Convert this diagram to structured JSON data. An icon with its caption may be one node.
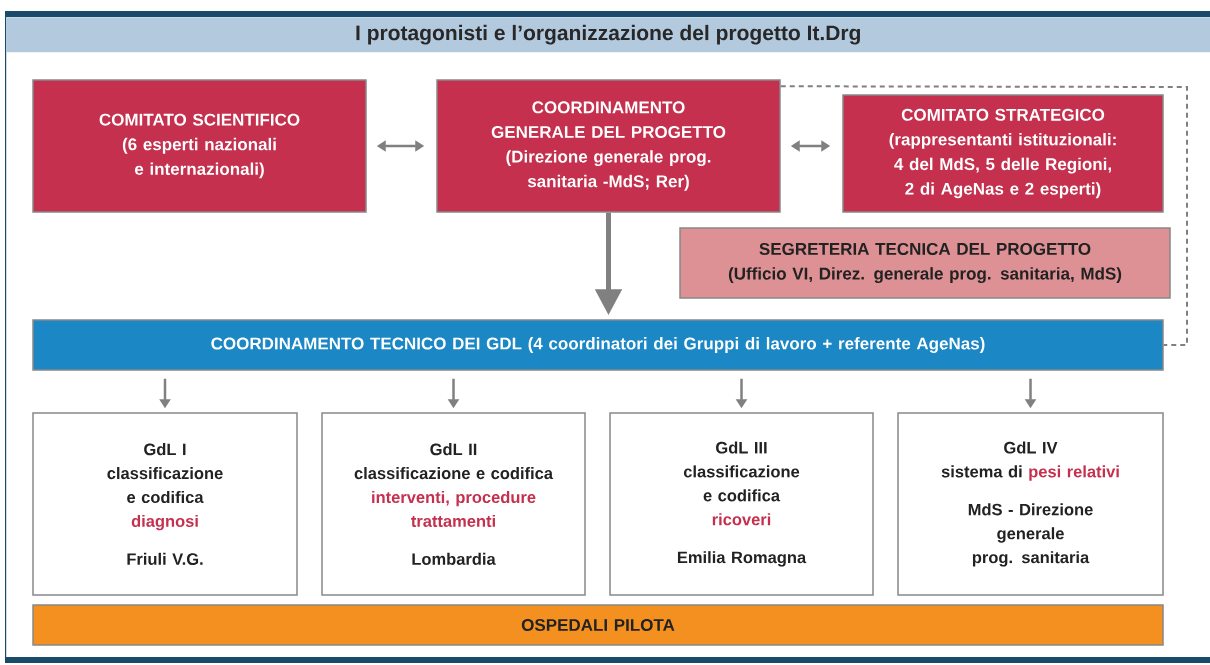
{
  "diagram": {
    "title": "I protagonisti e l’organizzazione del progetto It.Drg",
    "nodes": [
      {
        "text": [
          "COMITATO SCIENTIFICO",
          "(6 esperti nazionali e internazionali)"
        ]
      },
      {
        "text": [
          "COORDINAMENTO GENERALE DEL PROGETTO",
          "(Direzione generale prog. sanitaria -MdS; Rer)"
        ]
      },
      {
        "text": [
          "COMITATO STRATEGICO",
          "(rappresentanti istituzionali: 4 del MdS, 5 delle Regioni, 2 di AgeNas e 2 esperti)"
        ]
      },
      {
        "text": [
          "SEGRETERIA TECNICA DEL PROGETTO",
          "(Ufficio VI, Direz. generale prog. sanitaria, MdS)"
        ]
      },
      {
        "text": [
          "COORDINAMENTO TECNICO DEI GDL (4 coordinatori dei Gruppi di lavoro + referente AgeNas)"
        ]
      },
      {
        "text": [
          "GdL I",
          "classificazione e codifica",
          "diagnosi",
          "Friuli V.G."
        ]
      },
      {
        "text": [
          "GdL II",
          "classificazione e codifica",
          "interventi, procedure trattamenti",
          "Lombardia"
        ]
      },
      {
        "text": [
          "GdL III",
          "classificazione e codifica",
          "ricoveri",
          "Emilia Romagna"
        ]
      },
      {
        "text": [
          "GdL IV",
          "sistema di",
          "pesi relativi",
          "MdS - Direzione generale prog. sanitaria"
        ]
      },
      {
        "text": [
          "OSPEDALI PILOTA"
        ]
      }
    ],
    "edges": [
      {
        "from": 0,
        "to": 1,
        "arrow": "both"
      },
      {
        "from": 1,
        "to": 2,
        "arrow": "both"
      },
      {
        "from": 1,
        "to": 4,
        "arrow": "to",
        "style": "thick"
      },
      {
        "from": 1,
        "to": 4,
        "arrow": "none",
        "style": "dashed"
      },
      {
        "from": 4,
        "to": 5,
        "arrow": "to"
      },
      {
        "from": 4,
        "to": 6,
        "arrow": "to"
      },
      {
        "from": 4,
        "to": 7,
        "arrow": "to"
      },
      {
        "from": 4,
        "to": 8,
        "arrow": "to"
      }
    ]
  }
}
